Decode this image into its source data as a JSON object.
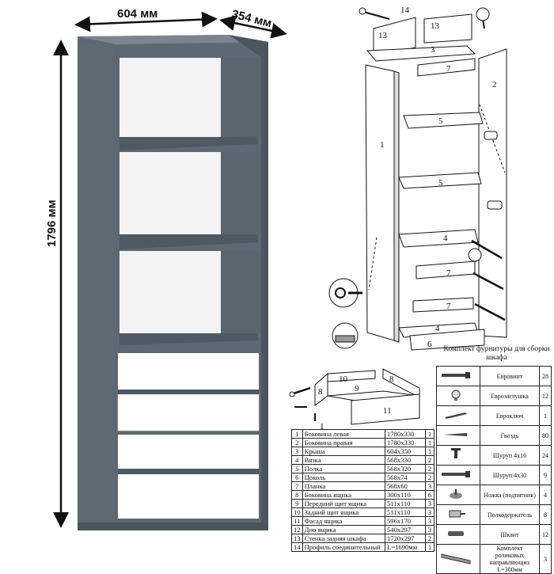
{
  "dimensions": {
    "width": "604 мм",
    "depth": "354 мм",
    "height": "1796 мм"
  },
  "diagram_labels": {
    "top_plates": [
      "13",
      "14",
      "13",
      "3"
    ],
    "right_side": "2",
    "left_side": "1",
    "shelves": [
      "7",
      "5",
      "5",
      "4",
      "7",
      "7",
      "4",
      "6"
    ],
    "drawer": [
      "10",
      "8",
      "9",
      "8",
      "11"
    ],
    "drawer_small": "1"
  },
  "hardware": {
    "title": "Комплект фурнитуры для сборки шкафа",
    "items": [
      {
        "icon": "screw-long-icon",
        "name": "Евровинт",
        "qty": "28"
      },
      {
        "icon": "cap-icon",
        "name": "Еврозаглушка",
        "qty": "12"
      },
      {
        "icon": "hex-key-icon",
        "name": "Евроключ",
        "qty": "1"
      },
      {
        "icon": "nail-icon",
        "name": "Гвоздь",
        "qty": "80"
      },
      {
        "icon": "screw-short-icon",
        "name": "Шуруп 4x16",
        "qty": "24"
      },
      {
        "icon": "screw-long-icon",
        "name": "Шуруп 4x30",
        "qty": "9"
      },
      {
        "icon": "leg-icon",
        "name": "Ножка (подпятник)",
        "qty": "4"
      },
      {
        "icon": "shelf-holder-icon",
        "name": "Полкодержатель",
        "qty": "8"
      },
      {
        "icon": "dowel-icon",
        "name": "Шкант",
        "qty": "12"
      },
      {
        "icon": "rail-icon",
        "name": "Комплект роликовых направляющих L=300мм",
        "qty": "3"
      }
    ]
  },
  "parts": [
    {
      "n": "1",
      "name": "Боковина левая",
      "size": "1780x330",
      "qty": "1"
    },
    {
      "n": "2",
      "name": "Боковина правая",
      "size": "1780x330",
      "qty": "1"
    },
    {
      "n": "3",
      "name": "Крыша",
      "size": "604x350",
      "qty": "1"
    },
    {
      "n": "4",
      "name": "Вязка",
      "size": "568x330",
      "qty": "2"
    },
    {
      "n": "5",
      "name": "Полка",
      "size": "568x320",
      "qty": "2"
    },
    {
      "n": "6",
      "name": "Цоколь",
      "size": "568x74",
      "qty": "2"
    },
    {
      "n": "7",
      "name": "Планка",
      "size": "568x60",
      "qty": "3"
    },
    {
      "n": "8",
      "name": "Боковина ящика",
      "size": "300x110",
      "qty": "6"
    },
    {
      "n": "9",
      "name": "Передний щит ящика",
      "size": "511x110",
      "qty": "3"
    },
    {
      "n": "10",
      "name": "Задний щит ящика",
      "size": "511x110",
      "qty": "3"
    },
    {
      "n": "11",
      "name": "Фасад ящика",
      "size": "596x170",
      "qty": "3"
    },
    {
      "n": "12",
      "name": "Дно ящика",
      "size": "540x297",
      "qty": "3"
    },
    {
      "n": "13",
      "name": "Стенка задняя шкафа",
      "size": "1720x297",
      "qty": "2"
    },
    {
      "n": "14",
      "name": "Профиль соединительный",
      "size": "L=1690мм",
      "qty": "1"
    }
  ]
}
